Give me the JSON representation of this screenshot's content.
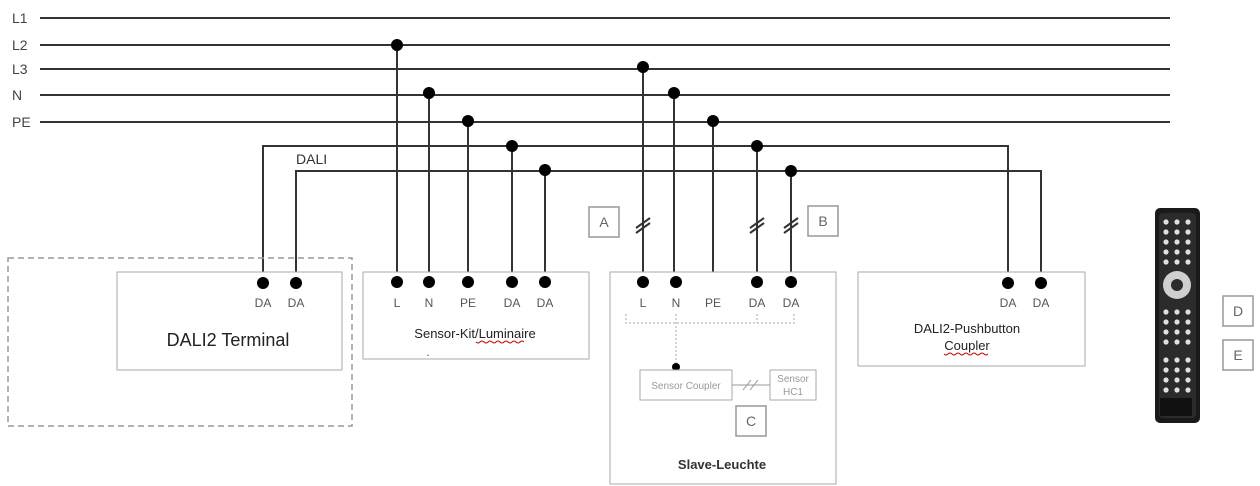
{
  "bus_lines": {
    "l1": "L1",
    "l2": "L2",
    "l3": "L3",
    "n": "N",
    "pe": "PE",
    "dali": "DALI"
  },
  "devices": {
    "terminal": {
      "title": "DALI2 Terminal",
      "terminals": [
        "DA",
        "DA"
      ]
    },
    "sensor_kit": {
      "title": "Sensor-Kit/Luminaire",
      "footnote": ".",
      "terminals": [
        "L",
        "N",
        "PE",
        "DA",
        "DA"
      ]
    },
    "slave": {
      "title": "Slave-Leuchte",
      "terminals": [
        "L",
        "N",
        "PE",
        "DA",
        "DA"
      ],
      "sensor_coupler": "Sensor Coupler",
      "sensor_line1": "Sensor",
      "sensor_line2": "HC1"
    },
    "pushbutton": {
      "title_line1": "DALI2-Pushbutton",
      "title_line2": "Coupler",
      "terminals": [
        "DA",
        "DA"
      ]
    }
  },
  "markers": {
    "a": "A",
    "b": "B",
    "c": "C",
    "d": "D",
    "e": "E"
  },
  "colors": {
    "wire": "#333333",
    "box_border": "#aaaaaa",
    "node": "#000000"
  }
}
